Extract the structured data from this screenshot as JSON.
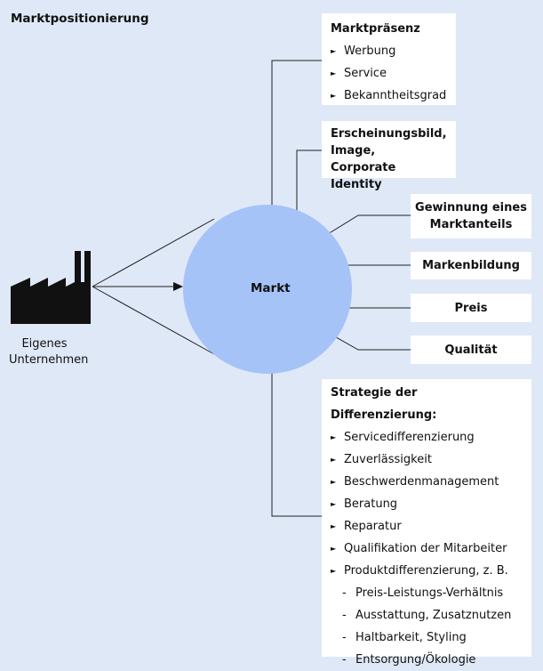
{
  "title": "Marktpositionierung",
  "center": {
    "label": "Markt"
  },
  "company": {
    "line1": "Eigenes",
    "line2": "Unternehmen"
  },
  "boxes": {
    "praesenz": {
      "title": "Marktpräsenz",
      "items": [
        "Werbung",
        "Service",
        "Bekanntheitsgrad"
      ]
    },
    "erscheinung": {
      "line1": "Erscheinungsbild,",
      "line2": "Image,",
      "line3": "Corporate Identity"
    },
    "gewinnung": {
      "line1": "Gewinnung eines",
      "line2": "Marktanteils"
    },
    "marken": {
      "label": "Markenbildung"
    },
    "preis": {
      "label": "Preis"
    },
    "qualitaet": {
      "label": "Qualität"
    },
    "strategie": {
      "title": "Strategie der Differenzierung:",
      "items": [
        "Servicedifferenzierung",
        "Zuverlässigkeit",
        "Beschwerdenmanagement",
        "Beratung",
        "Reparatur",
        "Qualifikation der Mitarbeiter",
        "Produktdifferenzierung, z. B."
      ],
      "subitems": [
        "Preis-Leistungs-Verhältnis",
        "Ausstattung, Zusatznutzen",
        "Haltbarkeit, Styling",
        "Entsorgung/Ökologie"
      ]
    }
  },
  "colors": {
    "background": "#dfe8f7",
    "circle": "#a5c3f7",
    "box": "#ffffff"
  }
}
